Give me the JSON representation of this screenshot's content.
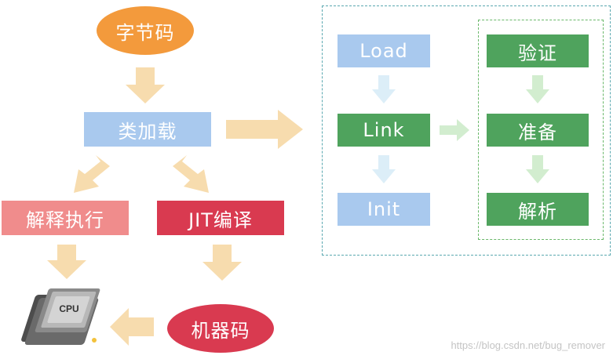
{
  "nodes": {
    "bytecode": "字节码",
    "class_loading": "类加载",
    "interpret": "解释执行",
    "jit": "JIT编译",
    "machine_code": "机器码",
    "load": "Load",
    "link": "Link",
    "init": "Init",
    "verify": "验证",
    "prepare": "准备",
    "resolve": "解析",
    "cpu": "CPU"
  },
  "colors": {
    "orange": "#f39a3c",
    "blue_box": "#a9c9ee",
    "light_red": "#f08c8c",
    "red": "#d93a50",
    "green": "#4fa35d",
    "arrow": "#f7dcae",
    "arrow_light_blue": "#dceef8",
    "arrow_light_green": "#d2edcf"
  },
  "watermark": "https://blog.csdn.net/bug_remover"
}
